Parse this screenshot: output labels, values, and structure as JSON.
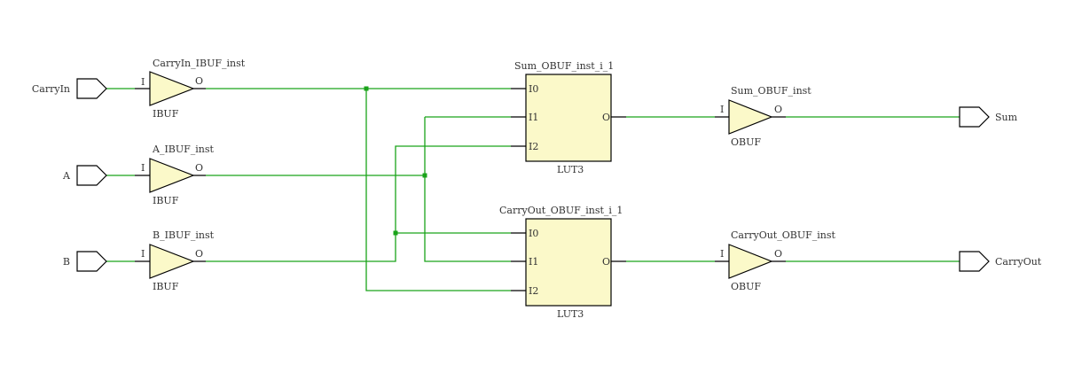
{
  "ports": {
    "inputs": [
      {
        "name": "CarryIn"
      },
      {
        "name": "A"
      },
      {
        "name": "B"
      }
    ],
    "outputs": [
      {
        "name": "Sum"
      },
      {
        "name": "CarryOut"
      }
    ]
  },
  "ibufs": [
    {
      "inst": "CarryIn_IBUF_inst",
      "type": "IBUF",
      "in_pin": "I",
      "out_pin": "O"
    },
    {
      "inst": "A_IBUF_inst",
      "type": "IBUF",
      "in_pin": "I",
      "out_pin": "O"
    },
    {
      "inst": "B_IBUF_inst",
      "type": "IBUF",
      "in_pin": "I",
      "out_pin": "O"
    }
  ],
  "luts": [
    {
      "inst": "Sum_OBUF_inst_i_1",
      "type": "LUT3",
      "pins": [
        "I0",
        "I1",
        "I2"
      ],
      "out_pin": "O"
    },
    {
      "inst": "CarryOut_OBUF_inst_i_1",
      "type": "LUT3",
      "pins": [
        "I0",
        "I1",
        "I2"
      ],
      "out_pin": "O"
    }
  ],
  "obufs": [
    {
      "inst": "Sum_OBUF_inst",
      "type": "OBUF",
      "in_pin": "I",
      "out_pin": "O"
    },
    {
      "inst": "CarryOut_OBUF_inst",
      "type": "OBUF",
      "in_pin": "I",
      "out_pin": "O"
    }
  ],
  "colors": {
    "wire": "#1aa31a",
    "cell_fill": "#fbf9c9"
  }
}
